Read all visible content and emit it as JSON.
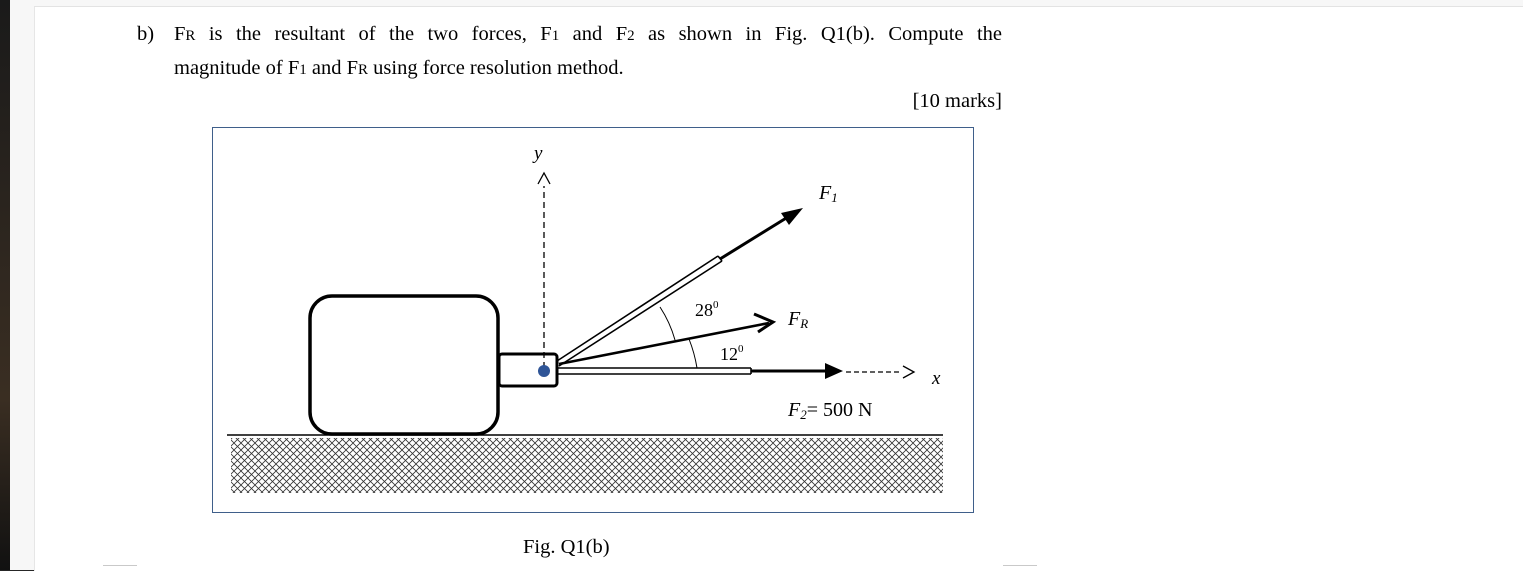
{
  "question": {
    "label": "b)",
    "line1": {
      "fr_symbol_main": "F",
      "fr_symbol_sub": "R",
      "part_a": " is the resultant of the two forces, F",
      "f1_sub": "1",
      "part_b": " and F",
      "f2_sub": "2",
      "part_c": " as shown in Fig. Q1(b). Compute the"
    },
    "line2": {
      "part_a": "magnitude of F",
      "f1_sub": "1",
      "part_b": " and F",
      "fr_sub": "R",
      "part_c": " using force resolution method."
    },
    "marks": "[10 marks]"
  },
  "figure": {
    "y_axis_label": "y",
    "x_axis_label": "x",
    "f1_label_main": "F",
    "f1_label_sub": "1",
    "fr_label_main": "F",
    "fr_label_sub": "R",
    "f2_label_main": "F",
    "f2_label_sub": "2",
    "f2_value": "= 500 N",
    "angle_upper": "28",
    "angle_upper_sup": "0",
    "angle_lower": "12",
    "angle_lower_sup": "0",
    "border_color": "#3f5f8a",
    "pivot_color": "#2f5597"
  },
  "caption": "Fig. Q1(b)"
}
